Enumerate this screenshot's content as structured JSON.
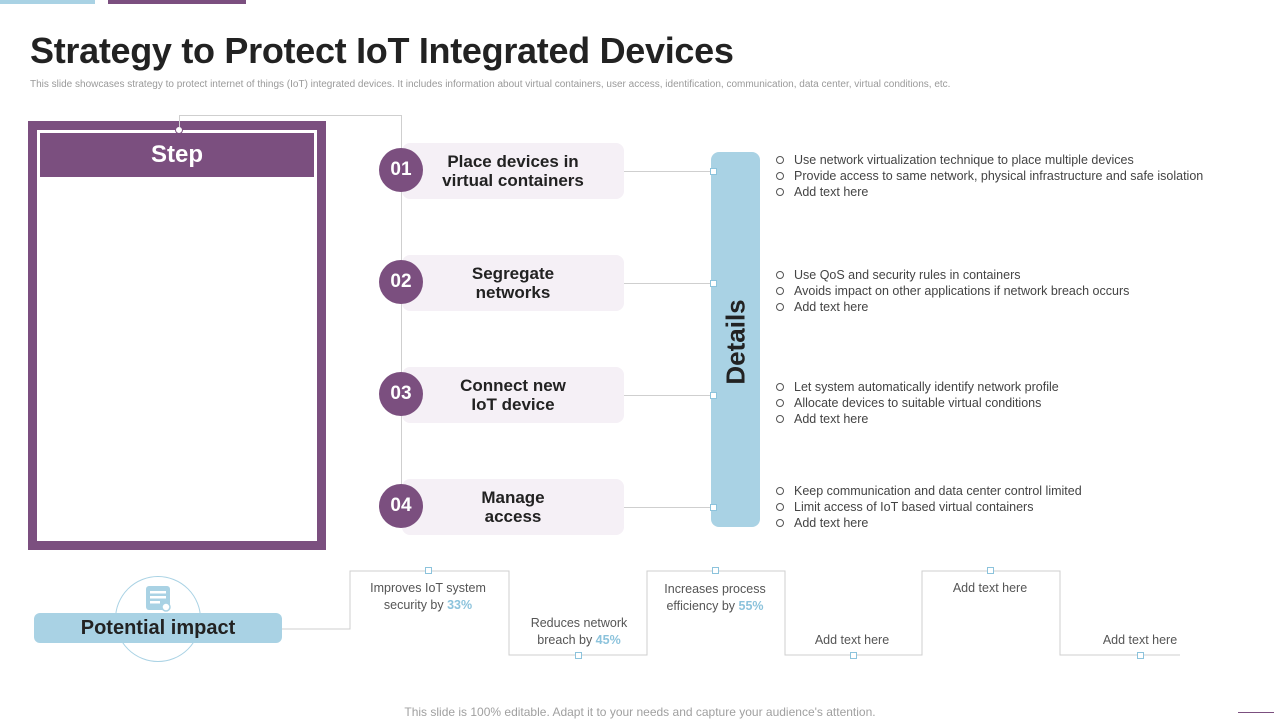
{
  "title": "Strategy to Protect IoT Integrated Devices",
  "subtitle": "This slide showcases strategy to protect internet of things (IoT) integrated devices. It includes information about virtual containers, user access, identification, communication, data center, virtual conditions, etc.",
  "step_header": "Step",
  "details_label": "Details",
  "steps": [
    {
      "num": "01",
      "line1": "Place devices in",
      "line2": "virtual containers",
      "bullets": [
        "Use network virtualization  technique to place multiple devices",
        "Provide  access to same network, physical infrastructure and safe isolation",
        "Add text here"
      ]
    },
    {
      "num": "02",
      "line1": "Segregate",
      "line2": "networks",
      "bullets": [
        "Use QoS and security rules in containers",
        "Avoids impact on other applications if network breach occurs",
        "Add text here"
      ]
    },
    {
      "num": "03",
      "line1": "Connect new",
      "line2": "IoT device",
      "bullets": [
        "Let system automatically identify network profile",
        "Allocate devices to suitable virtual  conditions",
        "Add text here"
      ]
    },
    {
      "num": "04",
      "line1": "Manage",
      "line2": "access",
      "bullets": [
        "Keep communication and data center control limited",
        "Limit access of IoT based virtual containers",
        "Add text here"
      ]
    }
  ],
  "impact": {
    "label": "Potential impact",
    "items": [
      {
        "line1": "Improves  IoT system",
        "line2_prefix": "security by ",
        "pct": "33%"
      },
      {
        "line1": "Reduces network",
        "line2_prefix": "breach  by ",
        "pct": "45%"
      },
      {
        "line1": "Increases process",
        "line2_prefix": "efficiency by ",
        "pct": "55%"
      },
      {
        "line1": "Add text here"
      },
      {
        "line1": "Add text here"
      },
      {
        "line1": "Add text here"
      }
    ]
  },
  "footer": "This slide is 100% editable. Adapt it to your needs and capture your audience's attention.",
  "colors": {
    "purple": "#7b4f7f",
    "light_blue": "#a9d2e4",
    "box_bg": "#f5f0f6"
  }
}
